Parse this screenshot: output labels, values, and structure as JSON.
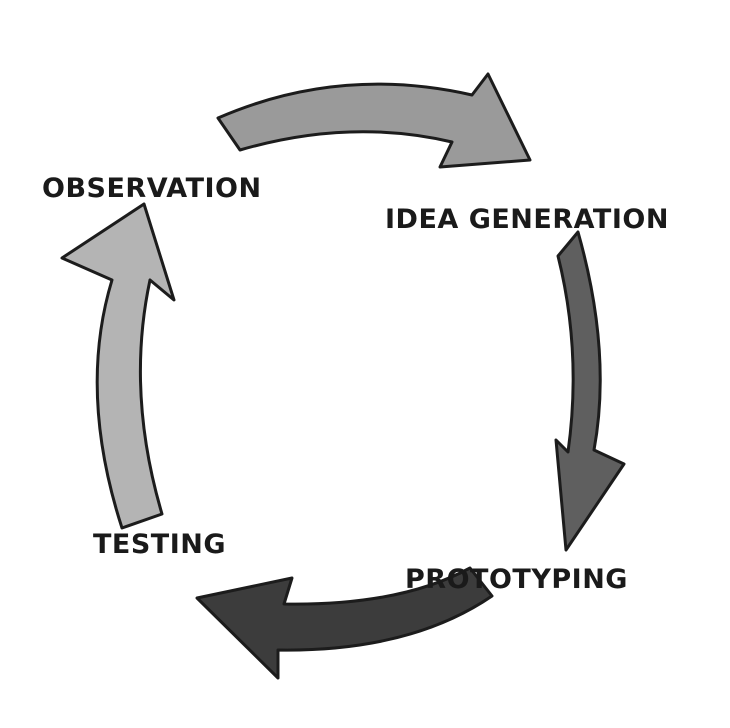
{
  "stages": [
    {
      "label": "OBSERVATION"
    },
    {
      "label": "IDEA GENERATION"
    },
    {
      "label": "PROTOTYPING"
    },
    {
      "label": "TESTING"
    }
  ],
  "arrows": [
    {
      "from": "OBSERVATION",
      "to": "IDEA GENERATION",
      "color": "#9a9a9a"
    },
    {
      "from": "IDEA GENERATION",
      "to": "PROTOTYPING",
      "color": "#5f5f5f"
    },
    {
      "from": "PROTOTYPING",
      "to": "TESTING",
      "color": "#3c3c3c"
    },
    {
      "from": "TESTING",
      "to": "OBSERVATION",
      "color": "#b4b4b4"
    }
  ]
}
